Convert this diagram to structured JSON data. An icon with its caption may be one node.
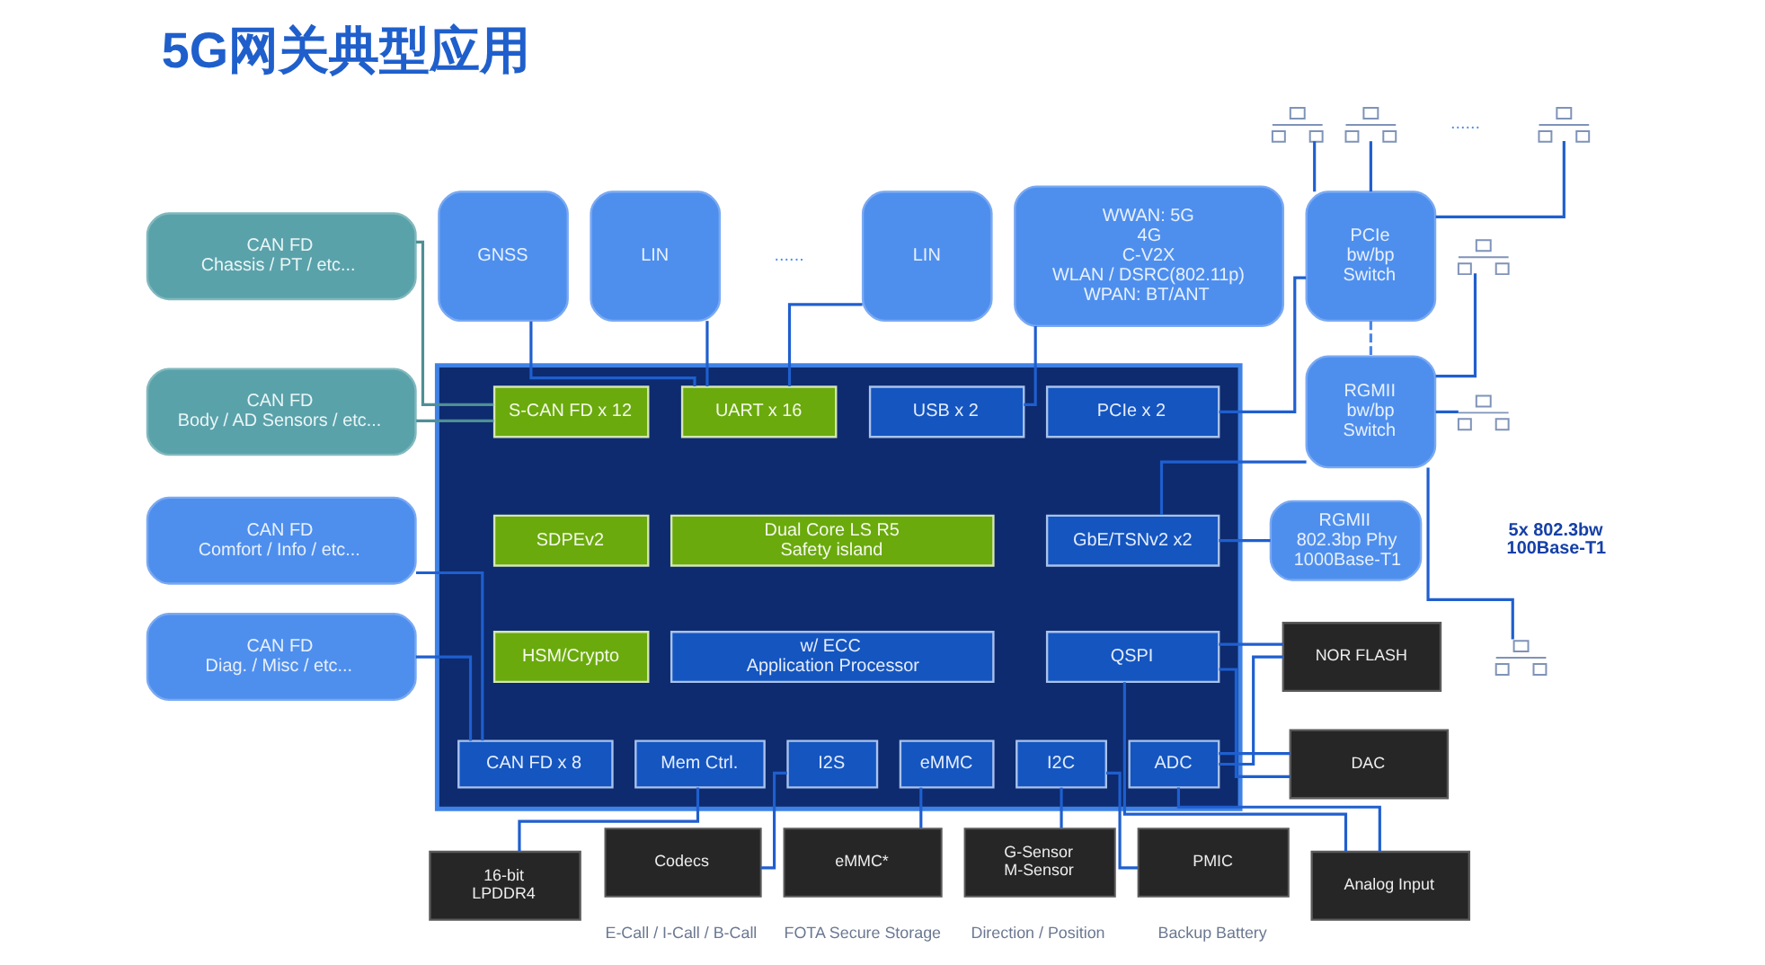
{
  "diagram": {
    "title": "5G网关典型应用",
    "nodes": [
      {
        "text": [
          "GNSS"
        ]
      },
      {
        "text": [
          "LIN"
        ]
      },
      {
        "text": [
          "LIN"
        ]
      },
      {
        "text": [
          "WWAN: 5G 4G C-V2X WLAN / DSRC(802.11p) WPAN: BT/ANT"
        ]
      },
      {
        "text": [
          "PCIe bw/bp Switch"
        ]
      },
      {
        "text": [],
        "shape": "picture"
      },
      {
        "text": [],
        "shape": "picture"
      },
      {
        "text": [],
        "shape": "picture"
      },
      {
        "text": [
          "RGMII bw/bp Switch"
        ]
      },
      {
        "text": [],
        "shape": "picture"
      },
      {
        "text": [],
        "shape": "picture"
      },
      {
        "text": [],
        "shape": "picture"
      },
      {
        "text": [
          "RGMII 802.3bp Phy 1000Base-T1"
        ]
      },
      {
        "text": [
          "CAN FD",
          "Chassis / PT / etc..."
        ]
      },
      {
        "text": [
          "CAN FD",
          "Body / AD Sensors / etc..."
        ]
      },
      {
        "text": [
          "CAN FD",
          "Comfort / Info / etc..."
        ]
      },
      {
        "text": [
          "CAN FD",
          "Diag. / Misc / etc..."
        ]
      },
      {
        "text": [],
        "shape": "box"
      },
      {
        "text": [
          "S-CAN FD x 12"
        ],
        "in": 17
      },
      {
        "text": [
          "UART x 16"
        ],
        "in": 17
      },
      {
        "text": [
          "USB x 2"
        ],
        "in": 17
      },
      {
        "text": [
          "PCIe x 2"
        ],
        "in": 17
      },
      {
        "text": [
          "SDPEv2"
        ],
        "in": 17
      },
      {
        "text": [
          "Dual Core LS R5 Safety island"
        ],
        "in": 17
      },
      {
        "text": [
          "GbE/TSNv2 x2"
        ],
        "in": 17
      },
      {
        "text": [
          "HSM/Crypto"
        ],
        "in": 17
      },
      {
        "text": [
          "w/ ECC Application Processor"
        ],
        "in": 17
      },
      {
        "text": [
          "QSPI"
        ],
        "in": 17
      },
      {
        "text": [
          "CAN FD x 8"
        ],
        "in": 17
      },
      {
        "text": [
          "Mem Ctrl."
        ],
        "in": 17
      },
      {
        "text": [
          "I2S"
        ],
        "in": 17
      },
      {
        "text": [
          "eMMC"
        ],
        "in": 17
      },
      {
        "text": [
          "I2C"
        ],
        "in": 17
      },
      {
        "text": [
          "ADC"
        ],
        "in": 17
      },
      {
        "text": [
          "NOR FLASH"
        ]
      },
      {
        "text": [
          "DAC"
        ]
      },
      {
        "text": [
          "Analog Input"
        ]
      },
      {
        "text": [
          "16-bit LPDDR4"
        ]
      },
      {
        "text": [
          "Codecs"
        ],
        "beside": [
          "E-Call / I-Call / B-Call"
        ]
      },
      {
        "text": [
          "eMMC*"
        ],
        "beside": [
          "FOTA Secure Storage"
        ]
      },
      {
        "text": [
          "G-Sensor M-Sensor"
        ],
        "beside": [
          "Direction / Position"
        ]
      },
      {
        "text": [
          "PMIC"
        ],
        "beside": [
          "Backup Battery"
        ]
      }
    ],
    "edges": [
      {
        "from": 0,
        "to": 19,
        "arrow": "none"
      },
      {
        "from": 1,
        "to": 19,
        "arrow": "none"
      },
      {
        "from": 2,
        "to": 19,
        "arrow": "none"
      },
      {
        "from": 3,
        "to": 20,
        "arrow": "none"
      },
      {
        "from": 4,
        "to": 21,
        "arrow": "none"
      },
      {
        "from": 5,
        "to": 4,
        "arrow": "none"
      },
      {
        "from": 6,
        "to": 4,
        "arrow": "none"
      },
      {
        "from": 7,
        "to": 4,
        "arrow": "none"
      },
      {
        "from": 4,
        "to": 8,
        "arrow": "none",
        "style": "dashed",
        "color": "#4a86e8"
      },
      {
        "from": 8,
        "to": 9,
        "arrow": "none"
      },
      {
        "from": 8,
        "to": 10,
        "arrow": "none"
      },
      {
        "from": 8,
        "to": 11,
        "arrow": "none"
      },
      {
        "from": 8,
        "to": 24,
        "arrow": "none"
      },
      {
        "from": 24,
        "to": 12,
        "arrow": "none"
      },
      {
        "from": 13,
        "to": 18,
        "arrow": "none",
        "color": "#4f8f95"
      },
      {
        "from": 14,
        "to": 18,
        "arrow": "none",
        "color": "#4f8f95"
      },
      {
        "from": 15,
        "to": 28,
        "arrow": "none"
      },
      {
        "from": 16,
        "to": 28,
        "arrow": "none"
      },
      {
        "from": 27,
        "to": 34,
        "arrow": "none"
      },
      {
        "from": 27,
        "to": 35,
        "arrow": "none"
      },
      {
        "from": 27,
        "to": 36,
        "arrow": "none"
      },
      {
        "from": 33,
        "to": 34,
        "arrow": "none"
      },
      {
        "from": 33,
        "to": 35,
        "arrow": "none"
      },
      {
        "from": 33,
        "to": 36,
        "arrow": "none"
      },
      {
        "from": 29,
        "to": 37,
        "arrow": "none"
      },
      {
        "from": 30,
        "to": 38,
        "arrow": "none"
      },
      {
        "from": 31,
        "to": 39,
        "arrow": "none"
      },
      {
        "from": 32,
        "to": 40,
        "arrow": "none"
      },
      {
        "from": 32,
        "to": 41,
        "arrow": "none"
      }
    ],
    "labels": [
      "......",
      "......",
      "5x 802.3bw 100Base-T1"
    ]
  }
}
